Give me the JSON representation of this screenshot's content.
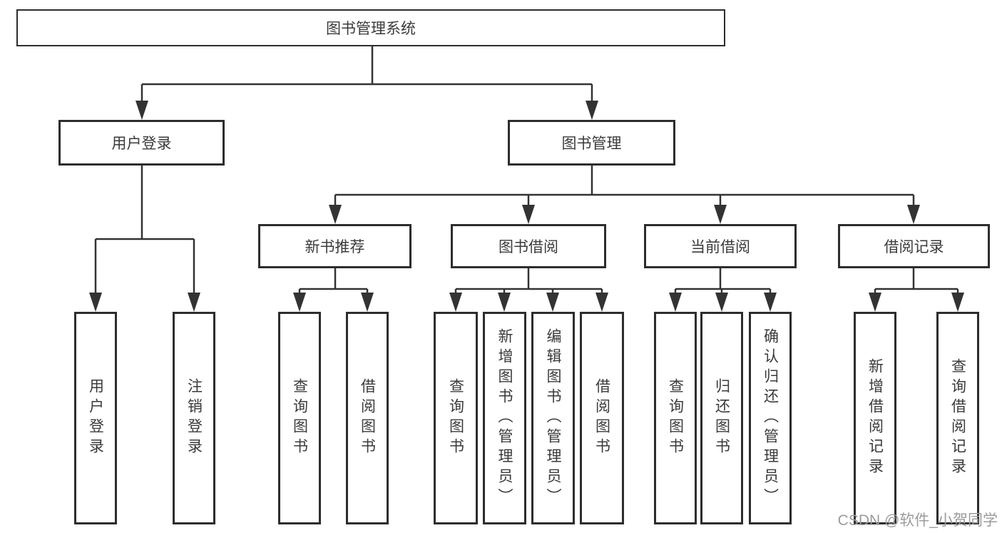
{
  "diagram": {
    "root": {
      "label": "图书管理系统"
    },
    "level2": [
      {
        "label": "用户登录"
      },
      {
        "label": "图书管理"
      }
    ],
    "level3": [
      {
        "label": "新书推荐",
        "parent": "图书管理"
      },
      {
        "label": "图书借阅",
        "parent": "图书管理"
      },
      {
        "label": "当前借阅",
        "parent": "图书管理"
      },
      {
        "label": "借阅记录",
        "parent": "图书管理"
      }
    ],
    "leaves": [
      {
        "label": "用户登录",
        "parent": "用户登录"
      },
      {
        "label": "注销登录",
        "parent": "用户登录"
      },
      {
        "label": "查询图书",
        "parent": "新书推荐"
      },
      {
        "label": "借阅图书",
        "parent": "新书推荐"
      },
      {
        "label": "查询图书",
        "parent": "图书借阅"
      },
      {
        "label": "新增图书（管理员）",
        "parent": "图书借阅"
      },
      {
        "label": "编辑图书（管理员）",
        "parent": "图书借阅"
      },
      {
        "label": "借阅图书",
        "parent": "图书借阅"
      },
      {
        "label": "查询图书",
        "parent": "当前借阅"
      },
      {
        "label": "归还图书",
        "parent": "当前借阅"
      },
      {
        "label": "确认归还（管理员）",
        "parent": "当前借阅"
      },
      {
        "label": "新增借阅记录",
        "parent": "借阅记录"
      },
      {
        "label": "查询借阅记录",
        "parent": "借阅记录"
      }
    ],
    "colors": {
      "line": "#333333",
      "box_border": "#2d2d2d",
      "text": "#3a3a3a",
      "background": "#ffffff",
      "watermark": "#9b9b9b"
    }
  },
  "watermark": {
    "text": "CSDN @软件_小贺同学"
  }
}
